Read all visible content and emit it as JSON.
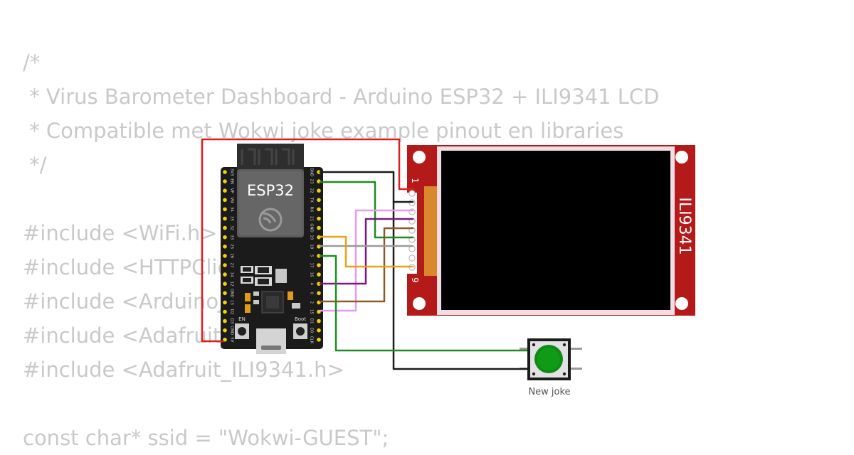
{
  "code_lines": [
    "/*",
    " * Virus Barometer Dashboard - Arduino ESP32 + ILI9341 LCD",
    " * Compatible met Wokwi joke example pinout en libraries",
    " */",
    "",
    "#include <WiFi.h>",
    "#include <HTTPClient.h>",
    "#include <ArduinoJson.h>",
    "#include <Adafruit_GFX.h>",
    "#include <Adafruit_ILI9341.h>",
    "",
    "const char* ssid = \"Wokwi-GUEST\";"
  ],
  "esp32": {
    "label": "ESP32",
    "en_label": "EN",
    "boot_label": "Boot",
    "left_pins": [
      "3V3",
      "EN",
      "VP",
      "VN",
      "34",
      "35",
      "32",
      "33",
      "25",
      "26",
      "27",
      "14",
      "12",
      "GND",
      "13",
      "D2",
      "D3",
      "CMD",
      "5V"
    ],
    "right_pins": [
      "GND",
      "23",
      "22",
      "TX",
      "RX",
      "21",
      "GND",
      "19",
      "18",
      "5",
      "17",
      "16",
      "4",
      "0",
      "2",
      "15",
      "D1",
      "D0",
      "CLK"
    ]
  },
  "lcd": {
    "label": "ILI9341",
    "pin_first": "1",
    "pin_last": "9"
  },
  "button": {
    "label": "New joke",
    "color": "#0f8a16"
  },
  "colors": {
    "board": "#1b1b1b",
    "lcd_pcb": "#b51a1a",
    "wire_red": "#e01c1c",
    "wire_black": "#1a1a1a",
    "wire_green": "#1f8c1f",
    "wire_pink": "#e89be8",
    "wire_purple": "#7a1a80",
    "wire_brown": "#8a5a2a",
    "wire_gray": "#9a9a9a",
    "wire_orange": "#e6a317",
    "code_text": "#c9c9c9"
  }
}
